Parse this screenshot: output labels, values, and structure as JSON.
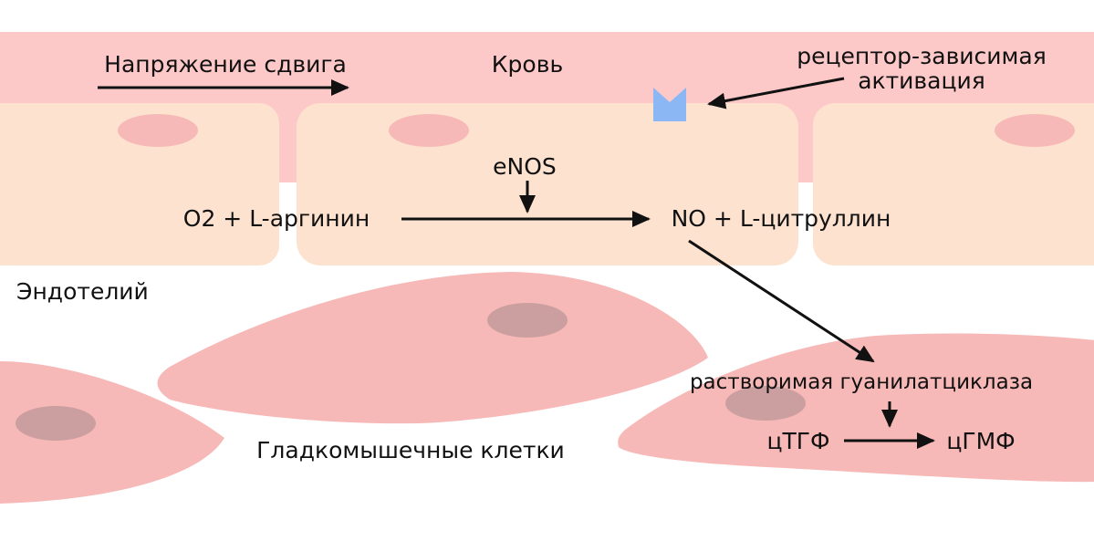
{
  "colors": {
    "blood": "#fdc8c8",
    "endothelium": "#fde2cf",
    "nucleus_endothelium": "#f7b9b7",
    "smooth_muscle": "#f7b9b7",
    "nucleus_smooth_muscle": "#cb9f9f",
    "receptor": "#8bb8f4",
    "arrow": "#111111",
    "text": "#111111",
    "background": "#ffffff"
  },
  "receptor_icon": "receptor-icon",
  "labels": {
    "shear_stress": "Напряжение сдвига",
    "blood": "Кровь",
    "receptor_line1": "рецептор-зависимая",
    "receptor_line2": "активация",
    "enos": "eNOS",
    "substrates": "O2 + L-аргинин",
    "products": "NO + L-цитруллин",
    "endothelium": "Эндотелий",
    "smooth_muscle_cells": "Гладкомышечные клетки",
    "sgc": "растворимая гуанилатциклаза",
    "cgtp": "цТГФ",
    "cgmp": "цГМФ"
  }
}
